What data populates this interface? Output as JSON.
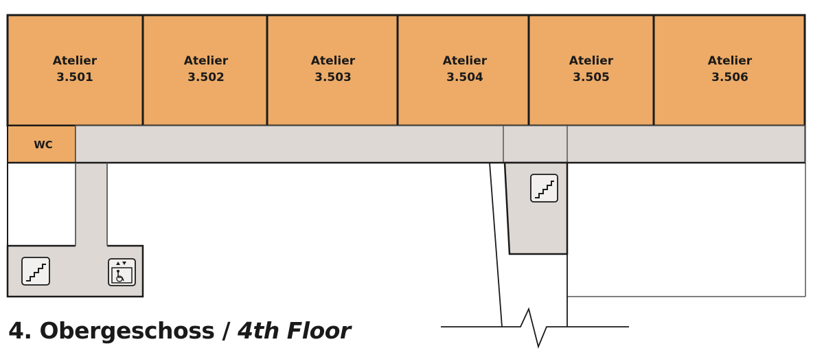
{
  "floor_plan": {
    "rooms": [
      {
        "name": "Atelier",
        "number": "3.501"
      },
      {
        "name": "Atelier",
        "number": "3.502"
      },
      {
        "name": "Atelier",
        "number": "3.503"
      },
      {
        "name": "Atelier",
        "number": "3.504"
      },
      {
        "name": "Atelier",
        "number": "3.505"
      },
      {
        "name": "Atelier",
        "number": "3.506"
      }
    ],
    "wc_label": "WC",
    "icons": [
      "stairs-icon",
      "elevator-wheelchair-icon",
      "stairs-icon"
    ],
    "colors": {
      "atelier": "#EDAB67",
      "wc": "#EDAB67",
      "circulation": "#DDD8D4",
      "walls": "#1a1a1a"
    }
  },
  "caption": {
    "main": "4. Obergeschoss / ",
    "english": "4th Floor"
  }
}
